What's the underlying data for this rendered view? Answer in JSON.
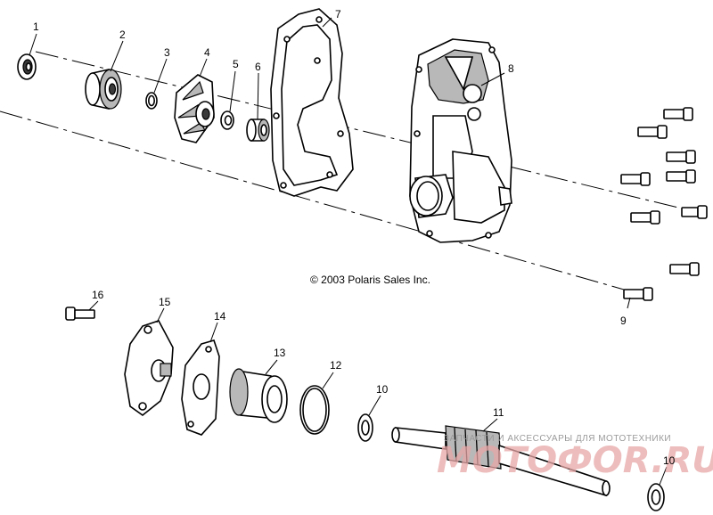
{
  "callouts": [
    {
      "id": "1",
      "label": "1"
    },
    {
      "id": "2",
      "label": "2"
    },
    {
      "id": "3",
      "label": "3"
    },
    {
      "id": "4",
      "label": "4"
    },
    {
      "id": "5",
      "label": "5"
    },
    {
      "id": "6",
      "label": "6"
    },
    {
      "id": "7",
      "label": "7"
    },
    {
      "id": "8",
      "label": "8"
    },
    {
      "id": "9",
      "label": "9"
    },
    {
      "id": "10a",
      "label": "10"
    },
    {
      "id": "10b",
      "label": "10"
    },
    {
      "id": "11",
      "label": "11"
    },
    {
      "id": "12",
      "label": "12"
    },
    {
      "id": "13",
      "label": "13"
    },
    {
      "id": "14",
      "label": "14"
    },
    {
      "id": "15",
      "label": "15"
    },
    {
      "id": "16",
      "label": "16"
    }
  ],
  "copyright": "© 2003 Polaris Sales Inc.",
  "watermark": {
    "small_text": "ЗАПЧАСТИ И АКСЕССУАРЫ ДЛЯ МОТОТЕХНИКИ",
    "logo_text": "МОТОФОR.RU"
  }
}
